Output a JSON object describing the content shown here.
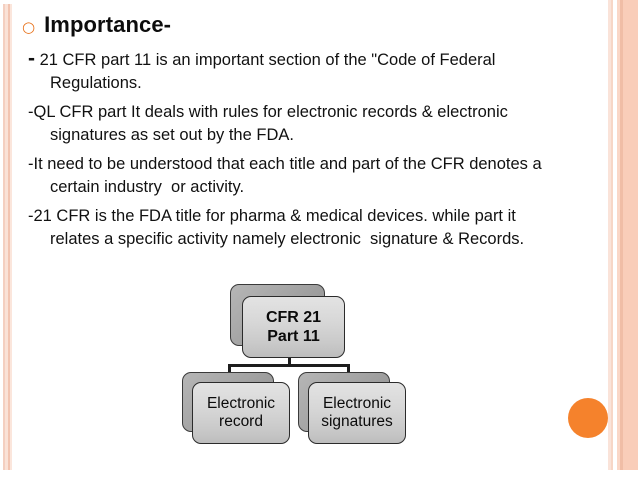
{
  "slide": {
    "title": {
      "bullet_icon": "hollow-circle-bullet",
      "bullet_glyph": "○",
      "text": "Importance-"
    },
    "paragraphs": [
      {
        "dash": "-",
        "dash_style": "large",
        "text": " 21 CFR part 11 is an important section of the \"Code of Federal Regulations."
      },
      {
        "dash": "-",
        "dash_style": "normal",
        "text": "QL CFR part It deals with rules for electronic records & electronic signatures as set out by the FDA."
      },
      {
        "dash": "-",
        "dash_style": "normal",
        "text": "It need to be understood that each title and part of the CFR denotes a certain industry  or activity."
      },
      {
        "dash": "-",
        "dash_style": "normal",
        "text": "21 CFR is the FDA title for pharma & medical devices. while part it relates a specific activity namely electronic  signature & Records."
      }
    ],
    "diagram": {
      "root": {
        "label": "CFR 21\nPart 11"
      },
      "children": [
        {
          "label": "Electronic\nrecord"
        },
        {
          "label": "Electronic\nsignatures"
        }
      ]
    },
    "decor": {
      "accent_circle_color": "#f5822c",
      "stripe_color": "#f9cdb9",
      "node_fill_color": "#d7d7d7",
      "node_shadow_color": "#a0a0a0",
      "title_bullet_color": "#e8731c"
    }
  }
}
